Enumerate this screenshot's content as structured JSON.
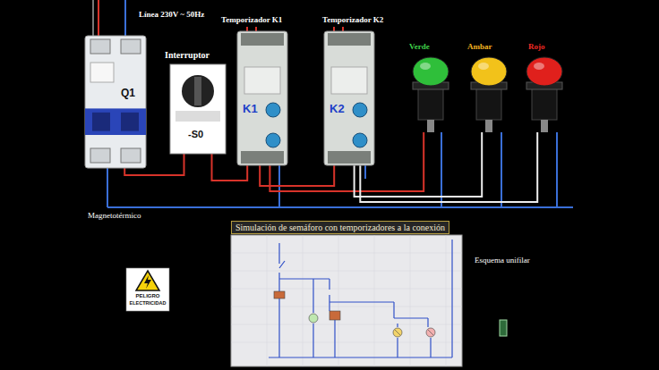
{
  "diagram": {
    "title": "Simulación de semáforo con temporizadores a la conexión",
    "nodes": [
      {
        "text": [
          "Q1"
        ]
      },
      {
        "text": [
          "Interruptor",
          "-S0"
        ]
      },
      {
        "text": [
          "Temporizador K1",
          "K1"
        ]
      },
      {
        "text": [
          "Temporizador K2",
          "K2"
        ]
      },
      {
        "text": [
          "Verde"
        ]
      },
      {
        "text": [
          "Ambar"
        ]
      },
      {
        "text": [
          "Rojo"
        ]
      }
    ],
    "edges": [
      {
        "from": 0,
        "to": 1,
        "arrow": "none"
      },
      {
        "from": 1,
        "to": 2,
        "arrow": "none"
      },
      {
        "from": 2,
        "to": 3,
        "arrow": "none"
      },
      {
        "from": 2,
        "to": 4,
        "arrow": "none"
      },
      {
        "from": 3,
        "to": 5,
        "arrow": "none"
      },
      {
        "from": 3,
        "to": 6,
        "arrow": "none"
      }
    ],
    "labels": [
      "Línea 230V ~ 50Hz",
      "Magnetotérmico",
      "Esquema unifilar",
      "PELIGRO",
      "ELECTRICIDAD"
    ]
  }
}
